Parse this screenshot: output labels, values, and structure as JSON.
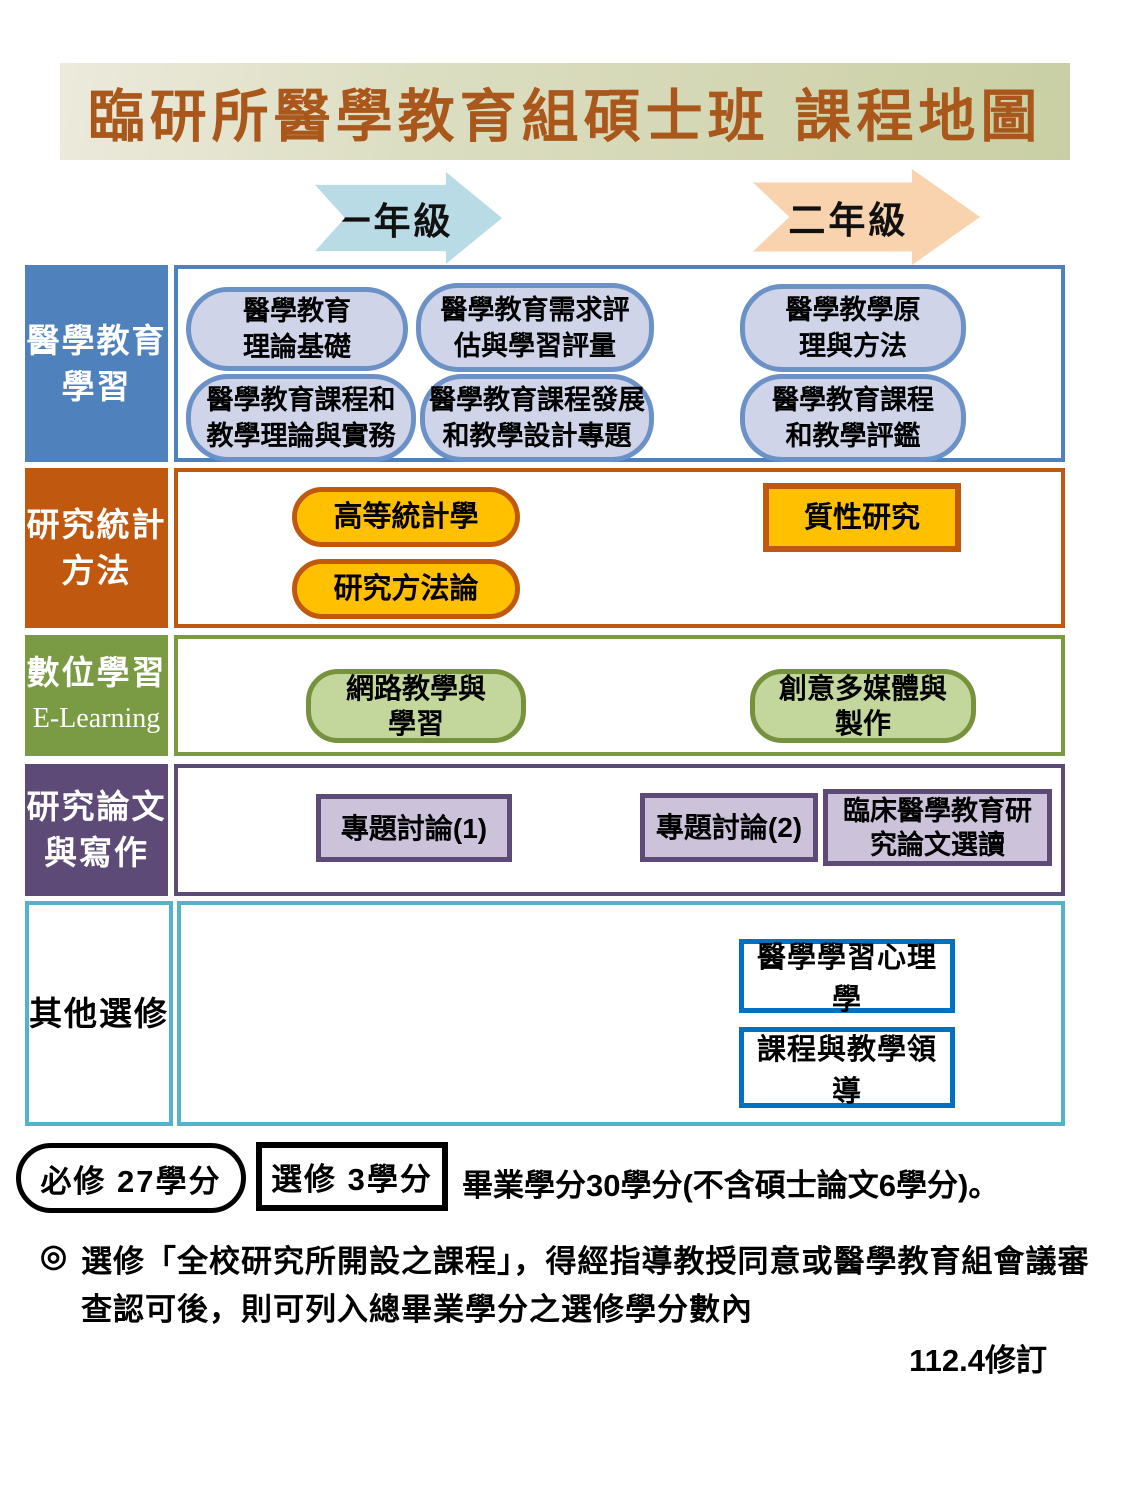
{
  "title": "臨研所醫學教育組碩士班 課程地圖",
  "arrows": {
    "year1": "一年級",
    "year2": "二年級"
  },
  "rows": {
    "med_ed": {
      "label": [
        "醫學教育",
        "學習"
      ],
      "courses": [
        {
          "lines": [
            "醫學教育",
            "理論基礎"
          ]
        },
        {
          "lines": [
            "醫學教育需求評",
            "估與學習評量"
          ]
        },
        {
          "lines": [
            "醫學教學原",
            "理與方法"
          ]
        },
        {
          "lines": [
            "醫學教育課程和",
            "教學理論與實務"
          ]
        },
        {
          "lines": [
            "醫學教育課程發展",
            "和教學設計專題"
          ]
        },
        {
          "lines": [
            "醫學教育課程",
            "和教學評鑑"
          ]
        }
      ]
    },
    "stats": {
      "label": [
        "研究統計",
        "方法"
      ],
      "courses": [
        {
          "lines": [
            "高等統計學"
          ]
        },
        {
          "lines": [
            "研究方法論"
          ]
        },
        {
          "lines": [
            "質性研究"
          ]
        }
      ]
    },
    "elearn": {
      "label": [
        "數位學習",
        "E-Learning"
      ],
      "courses": [
        {
          "lines": [
            "網路教學與",
            "學習"
          ]
        },
        {
          "lines": [
            "創意多媒體與",
            "製作"
          ]
        }
      ]
    },
    "thesis": {
      "label": [
        "研究論文",
        "與寫作"
      ],
      "courses": [
        {
          "lines": [
            "專題討論(1)"
          ]
        },
        {
          "lines": [
            "專題討論(2)"
          ]
        },
        {
          "lines": [
            "臨床醫學教育研",
            "究論文選讀"
          ]
        }
      ]
    },
    "other": {
      "label": [
        "其他選修"
      ],
      "courses": [
        {
          "lines": [
            "醫學學習心理學"
          ]
        },
        {
          "lines": [
            "課程與教學領導"
          ]
        }
      ]
    }
  },
  "footer": {
    "required_credits": "必修  27學分",
    "elective_credits": "選修  3學分",
    "graduation_text": "畢業學分30學分(不含碩士論文6學分)。",
    "note_marker": "◎",
    "note_lines": [
      "選修「全校研究所開設之課程」，得經指導教授同意或醫學教育組會議審",
      "查認可後，則可列入總畢業學分之選修學分數內"
    ],
    "revision": "112.4修訂"
  },
  "colors": {
    "title_text": "#a9571b",
    "banner_bg": "#d3d6b2",
    "year1_arrow": "#b9dbe5",
    "year2_arrow": "#f8d3ae",
    "row_med_ed": "#4f81bd",
    "row_med_ed_fill": "#cfd4e8",
    "row_stats": "#c0590f",
    "row_stats_fill": "#ffc000",
    "row_elearn": "#76923c",
    "row_elearn_fill": "#c3d69b",
    "row_thesis": "#5d4a77",
    "row_thesis_fill": "#ccc2da",
    "row_other_border": "#54b3c8",
    "elective_box_border": "#0070c0"
  }
}
